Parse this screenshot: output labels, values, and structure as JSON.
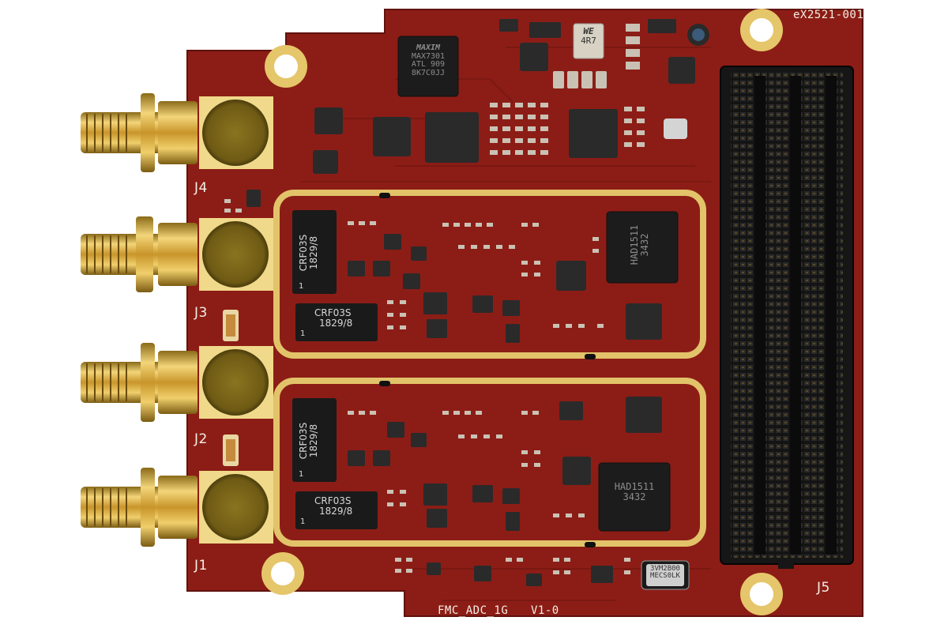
{
  "board": {
    "part_number": "eX2521-001",
    "name": "FMC_ADC_1G",
    "version": "V1-0"
  },
  "connectors": {
    "j1": "J1",
    "j2": "J2",
    "j3": "J3",
    "j4": "J4",
    "j5": "J5"
  },
  "chips": {
    "maxim": {
      "logo": "MAXIM",
      "line1": "MAX7301",
      "line2": "ATL 909",
      "line3": "8K7C0JJ"
    },
    "inductor": {
      "logo": "WE",
      "value": "4R7"
    },
    "adc_top": {
      "line1": "HAD1511",
      "line2": "3432"
    },
    "adc_bottom": {
      "line1": "HAD1511",
      "line2": "3432"
    },
    "filter_1": {
      "line1": "CRF03S",
      "line2": "1829/8",
      "pin": "1"
    },
    "filter_2": {
      "line1": "CRF03S",
      "line2": "1829/8",
      "pin": "1"
    },
    "filter_3": {
      "line1": "CRF03S",
      "line2": "1829/8",
      "pin": "1"
    },
    "filter_4": {
      "line1": "CRF03S",
      "line2": "1829/8",
      "pin": "1"
    },
    "crystal": {
      "line1": "3VM2B00",
      "line2": "MECS0LK"
    }
  },
  "colors": {
    "pcb": "#8c1d16",
    "pcb_dark": "#6e1510",
    "gold": "#d9b24a",
    "chip": "#1c1c1c",
    "silkscreen": "#f3efe4"
  }
}
